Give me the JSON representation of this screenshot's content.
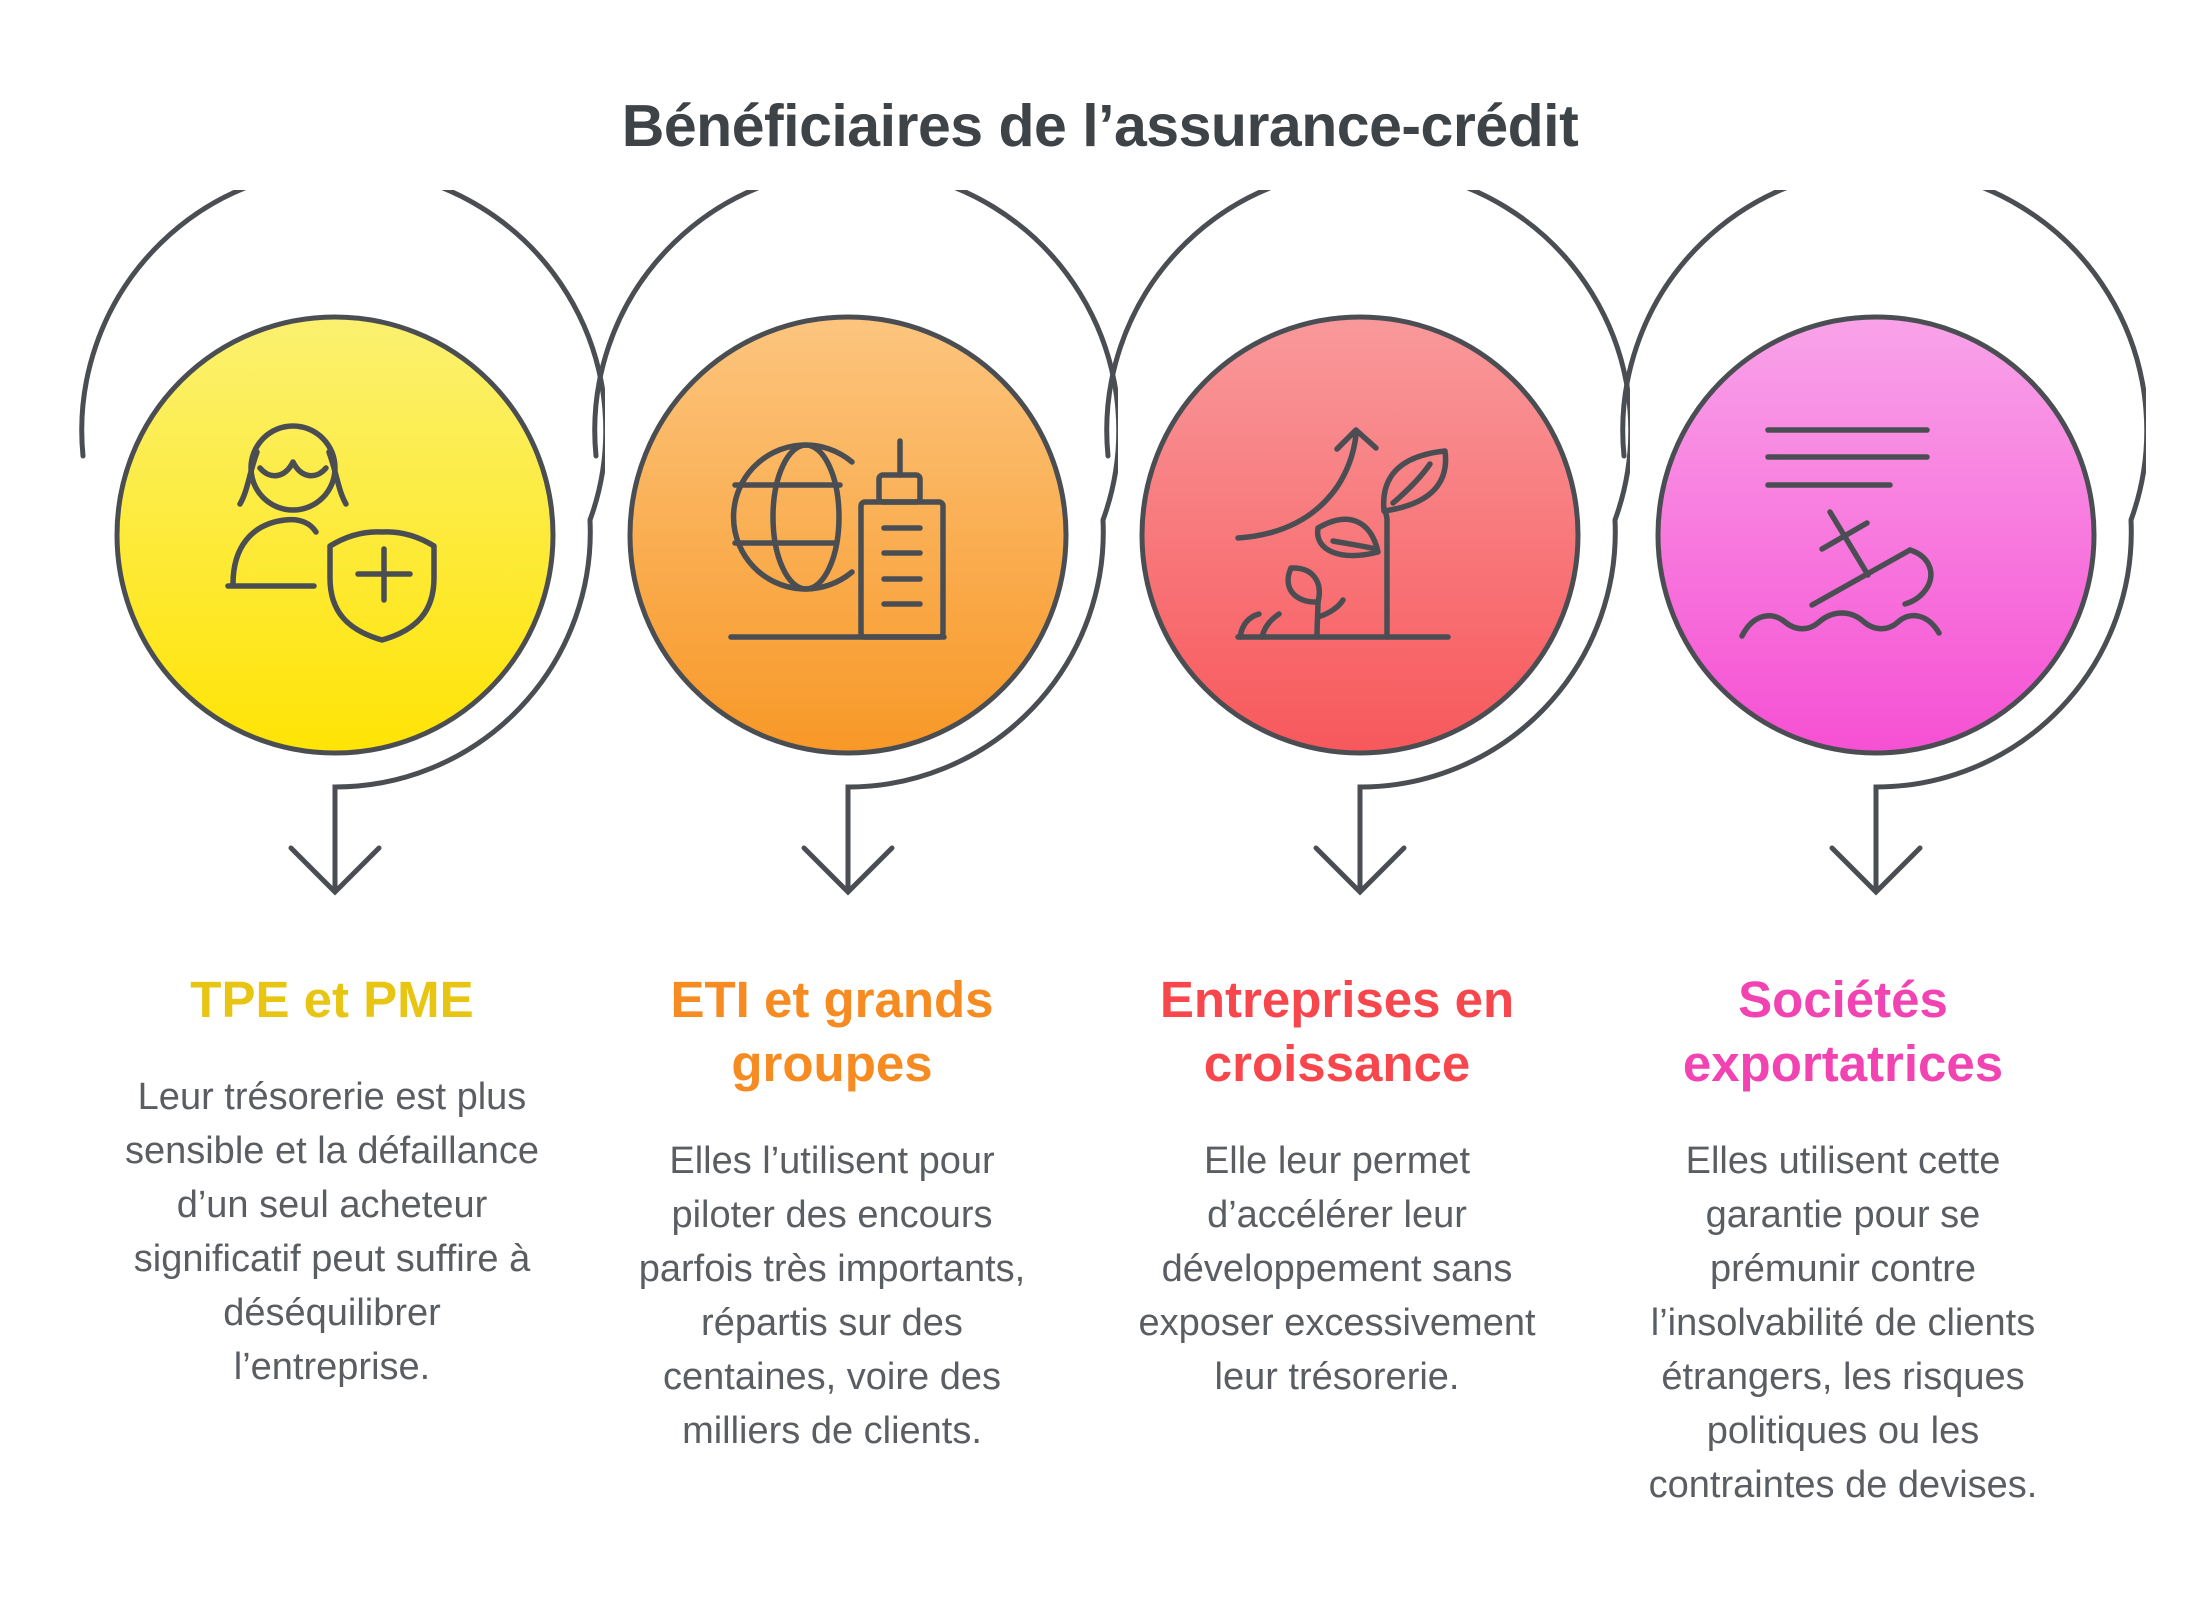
{
  "title": "Bénéficiaires de l’assurance-crédit",
  "colors": {
    "background": "#ffffff",
    "title": "#3e4347",
    "body_text": "#5a5e63",
    "line_stroke": "#4a4e53"
  },
  "sections": [
    {
      "id": "tpe-pme",
      "heading": "TPE et PME",
      "heading_color": "#e7c512",
      "body": "Leur trésorerie est plus sensible et la défaillance d’un seul acheteur significatif peut suffire à déséquilibrer l’entreprise.",
      "icon": "person-with-shield-icon",
      "circle_gradient_top": "#fbf170",
      "circle_gradient_bottom": "#ffe405"
    },
    {
      "id": "eti-grands-groupes",
      "heading": "ETI et grands groupes",
      "heading_color": "#f68b21",
      "body": "Elles l’utilisent pour piloter des encours parfois très importants, répartis sur des centaines, voire des milliers de clients.",
      "icon": "globe-building-icon",
      "circle_gradient_top": "#fcc57e",
      "circle_gradient_bottom": "#f89827"
    },
    {
      "id": "entreprises-croissance",
      "heading": "Entreprises en croissance",
      "heading_color": "#f8474c",
      "body": "Elle leur permet d’accélérer leur développement sans exposer excessivement leur trésorerie.",
      "icon": "growth-plant-icon",
      "circle_gradient_top": "#f9999b",
      "circle_gradient_bottom": "#f7585c"
    },
    {
      "id": "societes-exportatrices",
      "heading": "Sociétés exportatrices",
      "heading_color": "#f243b2",
      "body": "Elles utilisent cette garantie pour se prémunir contre l’insolvabilité de clients étrangers, les risques politiques ou les contraintes de devises.",
      "icon": "sinking-ship-icon",
      "circle_gradient_top": "#f9a3e9",
      "circle_gradient_bottom": "#f650d3"
    }
  ]
}
